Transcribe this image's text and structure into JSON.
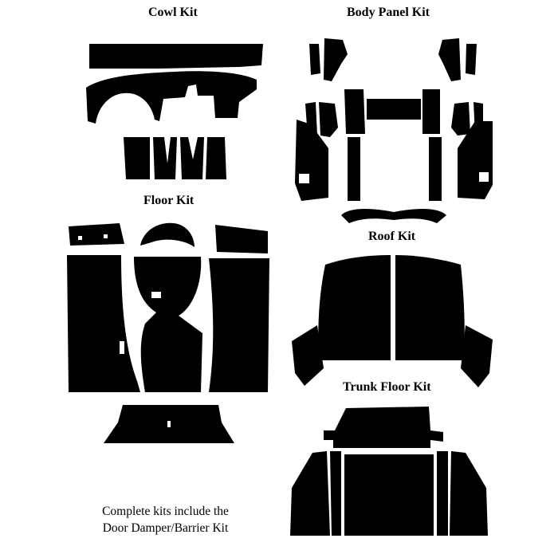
{
  "kits": {
    "cowl": "Cowl Kit",
    "body_panel": "Body Panel Kit",
    "floor": "Floor Kit",
    "roof": "Roof Kit",
    "trunk_floor": "Trunk Floor Kit"
  },
  "note": {
    "line1": "Complete kits include the",
    "line2": "Door Damper/Barrier Kit"
  },
  "colors": {
    "piece": "#000000",
    "background": "#ffffff"
  }
}
